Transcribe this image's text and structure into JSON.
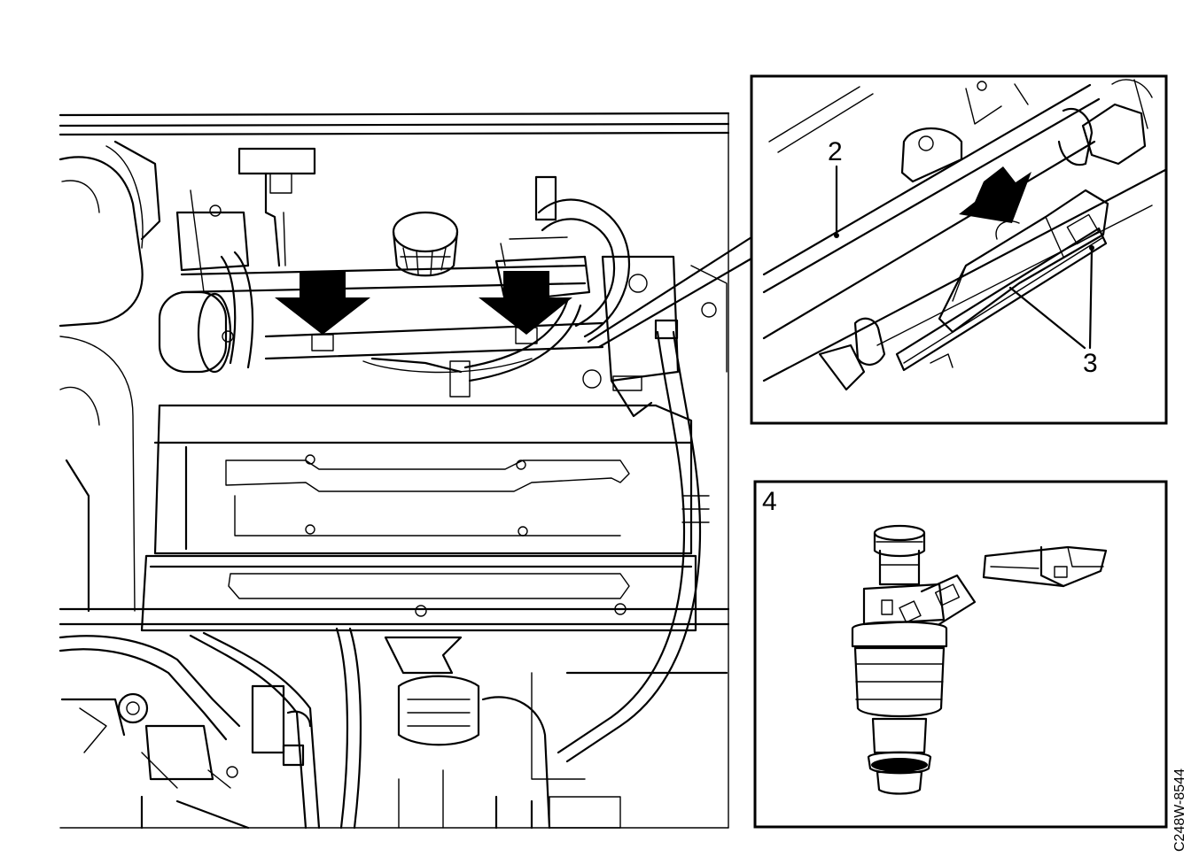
{
  "callouts": {
    "rail_label": "2",
    "clip_label": "3",
    "injector_label": "4"
  },
  "figure_code": "C248W-8544",
  "colors": {
    "ink": "#000000",
    "paper": "#ffffff"
  }
}
